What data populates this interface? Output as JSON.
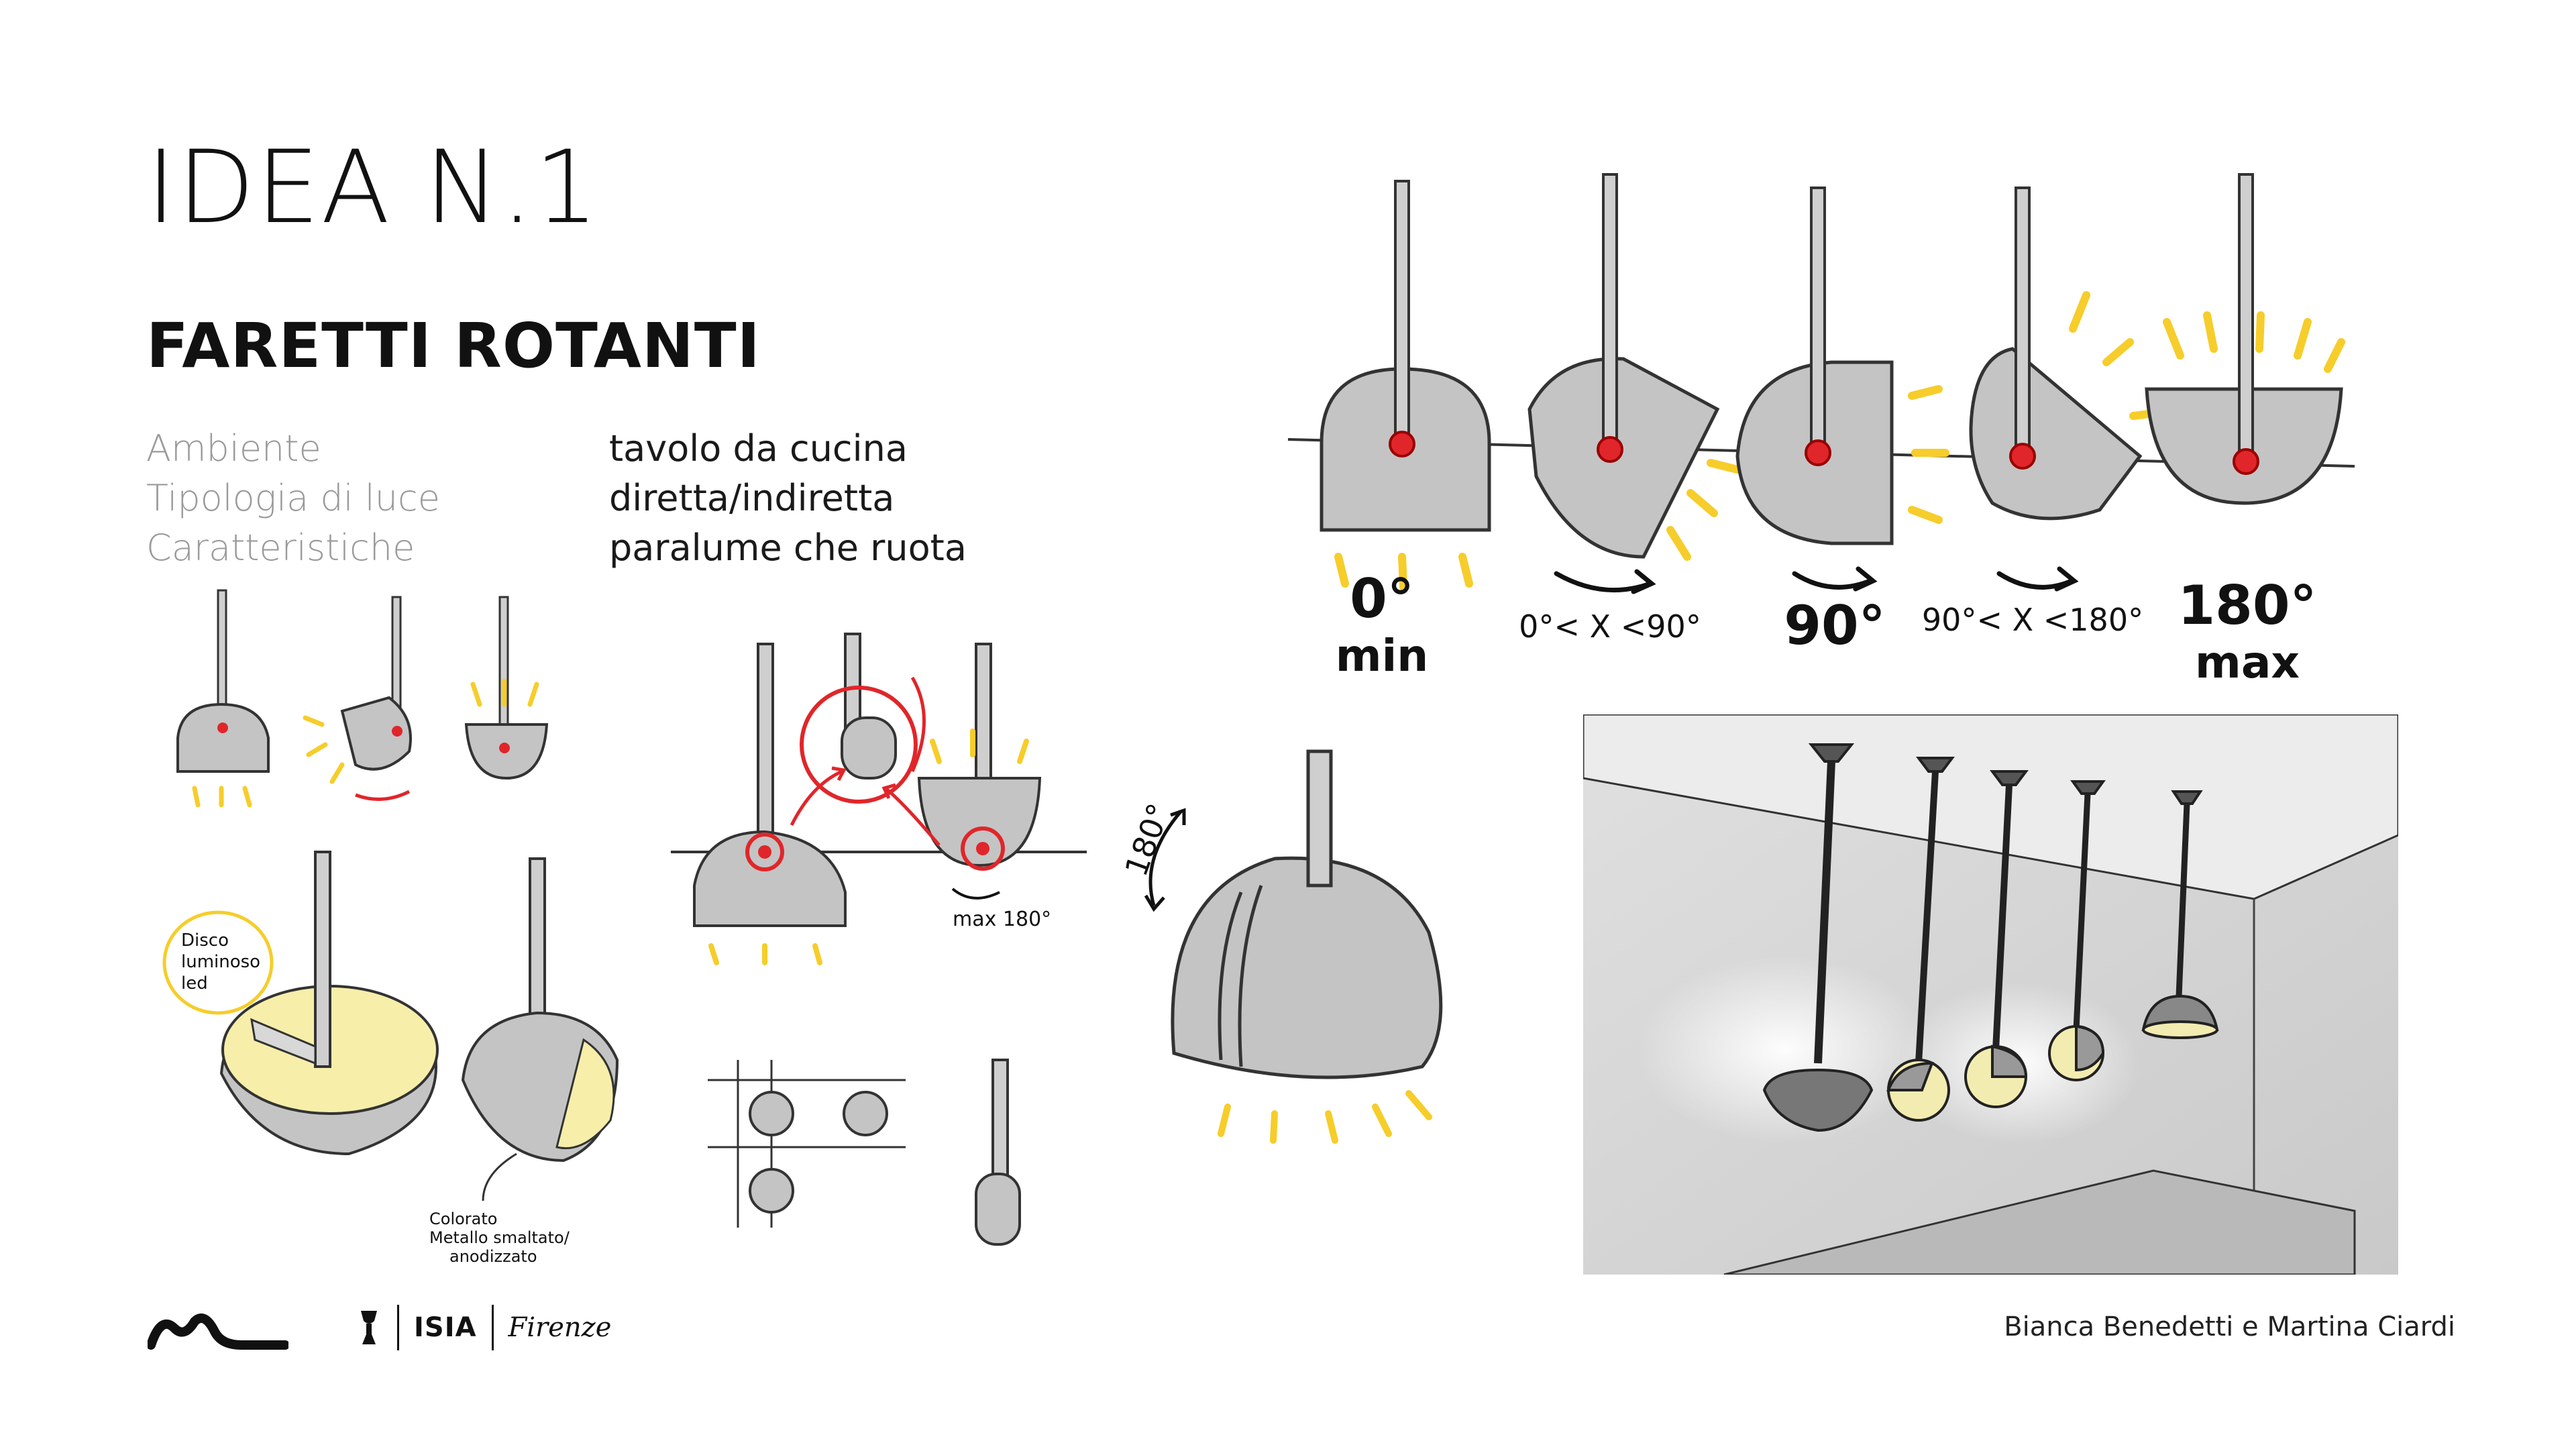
{
  "title": "IDEA N.1",
  "subtitle": "FARETTI ROTANTI",
  "specs": [
    {
      "label": "Ambiente",
      "value": "tavolo da cucina"
    },
    {
      "label": "Tipologia di luce",
      "value": "diretta/indiretta"
    },
    {
      "label": "Caratteristiche",
      "value": "paralume che ruota"
    }
  ],
  "rotation": {
    "steps": [
      {
        "angle": "0°",
        "note": "min"
      },
      {
        "angle": "0°< X <90°",
        "note": ""
      },
      {
        "angle": "90°",
        "note": ""
      },
      {
        "angle": "90°< X <180°",
        "note": ""
      },
      {
        "angle": "180°",
        "note": "max"
      }
    ]
  },
  "annotations": {
    "disco": "Disco luminoso led",
    "disco_l1": "Disco",
    "disco_l2": "luminoso",
    "disco_l3": "led",
    "colorato_l1": "Colorato",
    "colorato_l2": "Metallo smaltato/",
    "colorato_l3": "anodizzato",
    "max180": "max 180°",
    "deg180": "180°"
  },
  "footer": {
    "isia": "ISIA",
    "firenze": "Firenze",
    "authors": "Bianca Benedetti e Martina Ciardi"
  },
  "colors": {
    "red": "#e0262a",
    "yellow": "#f6cd2a",
    "gray": "#c8c8c8",
    "ink": "#222222"
  }
}
